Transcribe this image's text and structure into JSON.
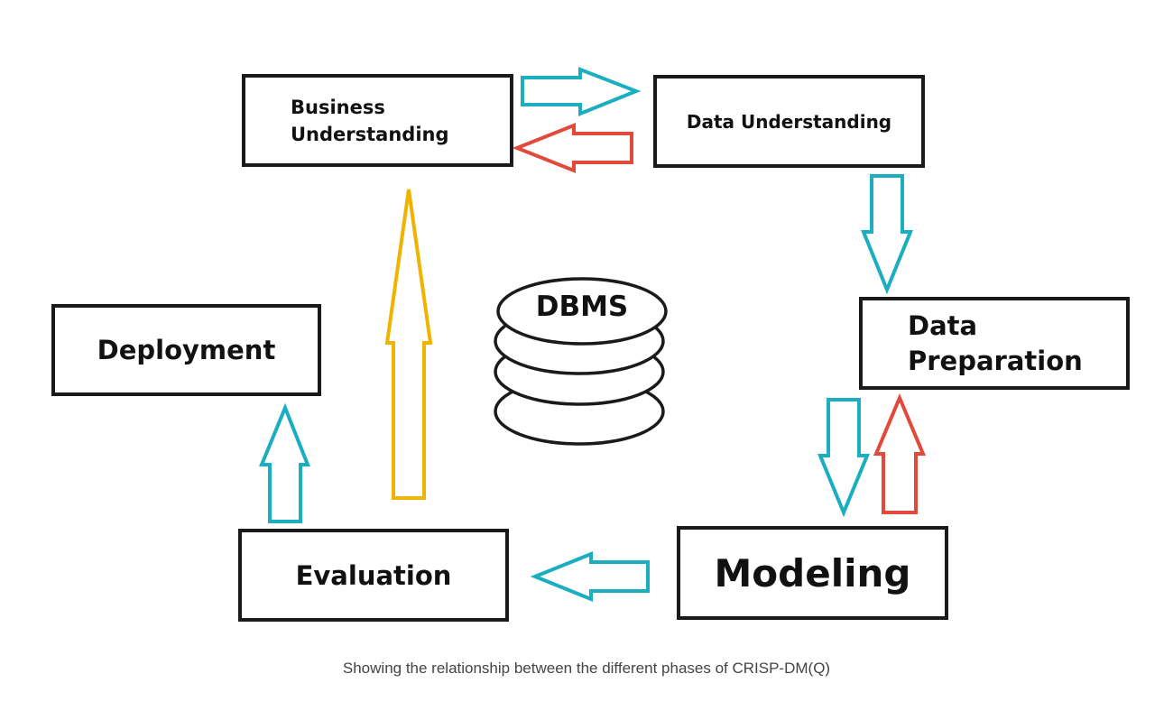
{
  "phases": {
    "business_understanding": "Business\nUnderstanding",
    "data_understanding": "Data Understanding",
    "data_preparation": "Data\nPreparation",
    "modeling": "Modeling",
    "evaluation": "Evaluation",
    "deployment": "Deployment"
  },
  "database": {
    "label": "DBMS"
  },
  "caption": "Showing the relationship between the different phases of CRISP-DM(Q)",
  "colors": {
    "forward": "#1aaec0",
    "backward": "#e14a3a",
    "iteration": "#f0b400",
    "border": "#1a1a1a"
  }
}
